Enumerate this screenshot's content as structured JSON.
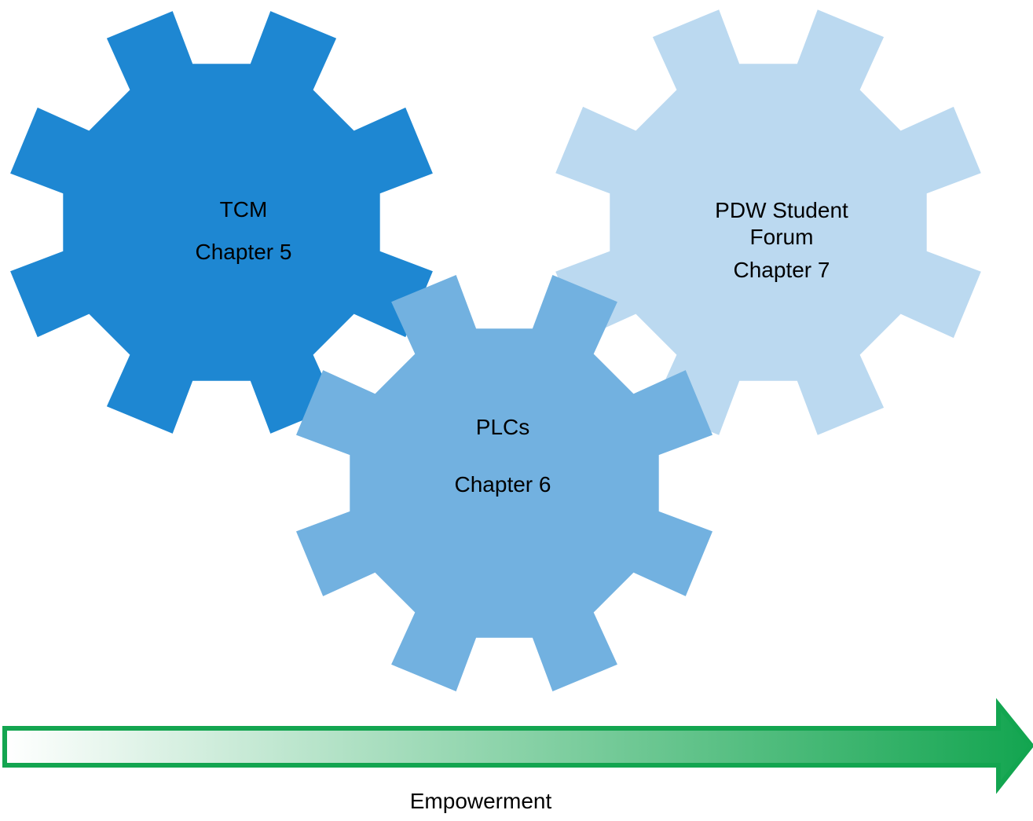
{
  "gears": [
    {
      "id": "tcm",
      "color": "#1E87D2",
      "lines": [
        "TCM",
        "Chapter 5"
      ]
    },
    {
      "id": "pdw",
      "color": "#BBD9F0",
      "lines": [
        "PDW Student",
        "Forum",
        "",
        "Chapter 7"
      ]
    },
    {
      "id": "plcs",
      "color": "#72B1E0",
      "lines": [
        "PLCs",
        "",
        "Chapter 6"
      ]
    }
  ],
  "arrow": {
    "label": "Empowerment",
    "gradient_start": "#FFFFFF",
    "gradient_end": "#13A550",
    "outline_color": "#13A550"
  }
}
